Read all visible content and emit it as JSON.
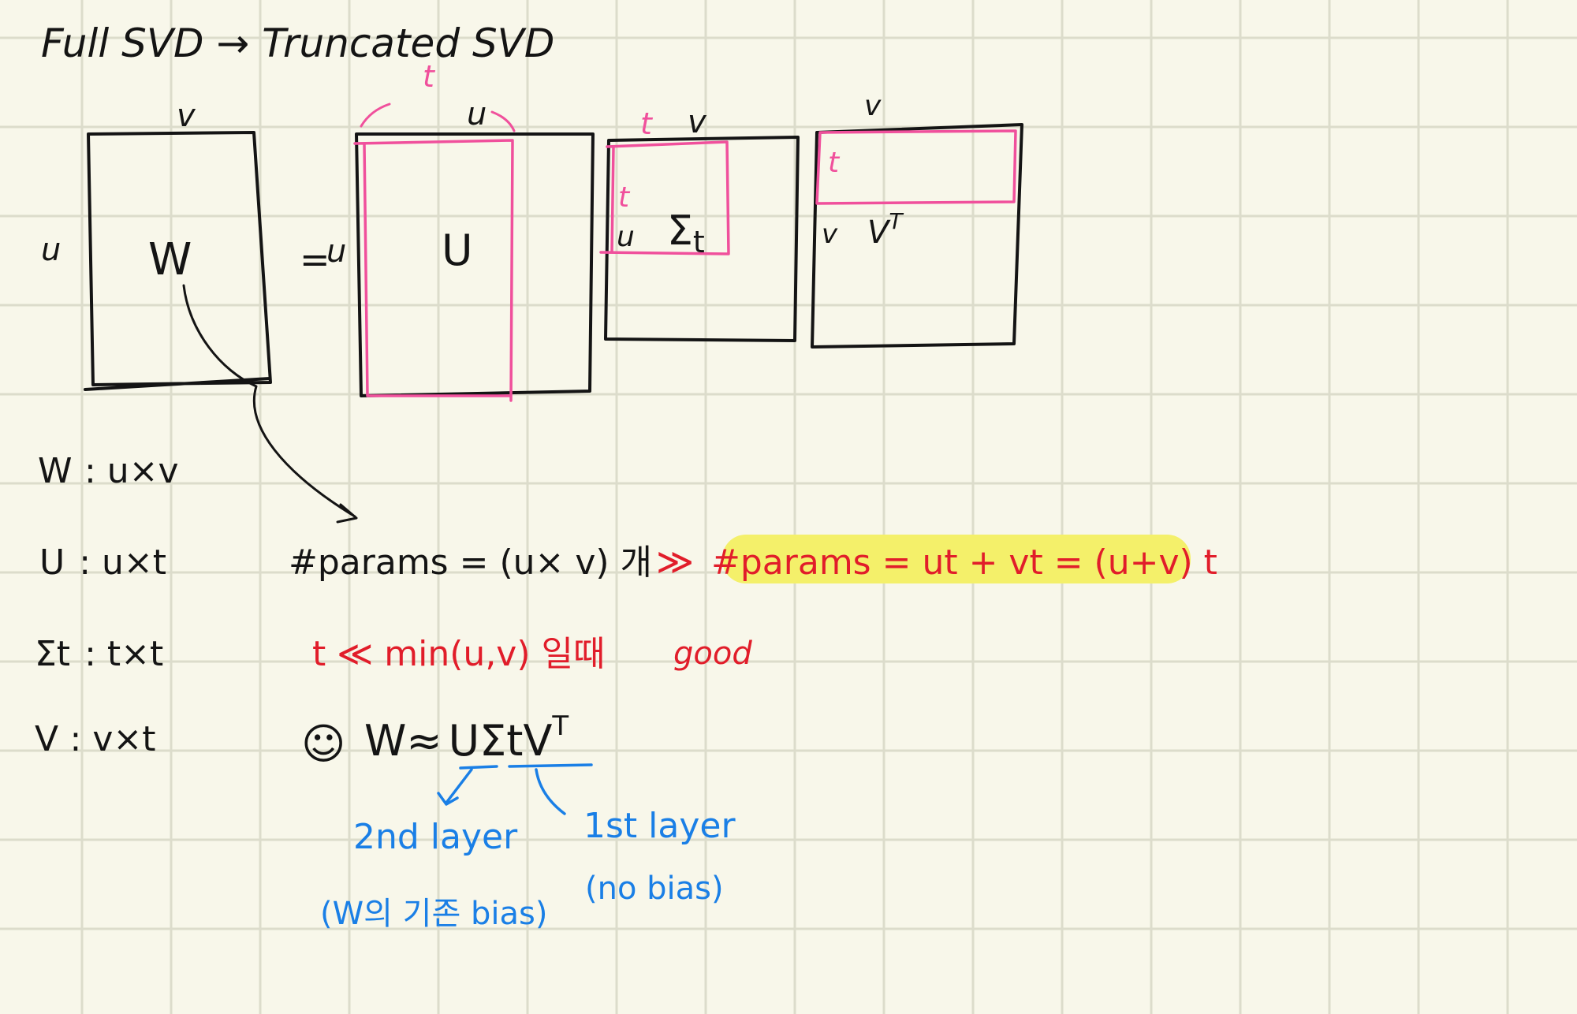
{
  "title": "Full SVD → Truncated SVD",
  "colors": {
    "background": "#f8f7ea",
    "grid": "#dcdccb",
    "ink": "#141414",
    "pink": "#f0509c",
    "red": "#e11d2a",
    "blue": "#1a7fe6",
    "highlight": "#f4f06a"
  },
  "matrices": {
    "w": {
      "name": "W",
      "row_label": "u",
      "col_label": "v"
    },
    "equals": "=",
    "u": {
      "name": "U",
      "row_label": "u",
      "col_label": "u",
      "trunc_label": "t"
    },
    "sigma": {
      "name": "Σt",
      "row_label": "u",
      "col_label": "v",
      "trunc_col": "t",
      "trunc_row": "t"
    },
    "vt": {
      "name": "V",
      "superscript": "T",
      "row_label": "v",
      "col_label": "v",
      "trunc_label": "t"
    }
  },
  "dims": [
    {
      "lhs": "W",
      "rhs": ": u×v"
    },
    {
      "lhs": "U",
      "rhs": ": u×t"
    },
    {
      "lhs": "Σt",
      "rhs": ": t×t"
    },
    {
      "lhs": "V",
      "rhs": ": v×t"
    }
  ],
  "notes": {
    "params_full": "#params = (u× v) 개",
    "much_greater": "≫",
    "params_trunc": "#params = ut + vt = (u+v) t",
    "condition": "t ≪ min(u,v) 일때",
    "good": "good",
    "approx_prefix": "W≈",
    "approx_u": "U",
    "approx_sigma_v": "ΣtV",
    "approx_sup": "T"
  },
  "layers": {
    "second": {
      "label": "2nd layer",
      "note": "(W의 기존 bias)"
    },
    "first": {
      "label": "1st layer",
      "note": "(no bias)"
    }
  }
}
